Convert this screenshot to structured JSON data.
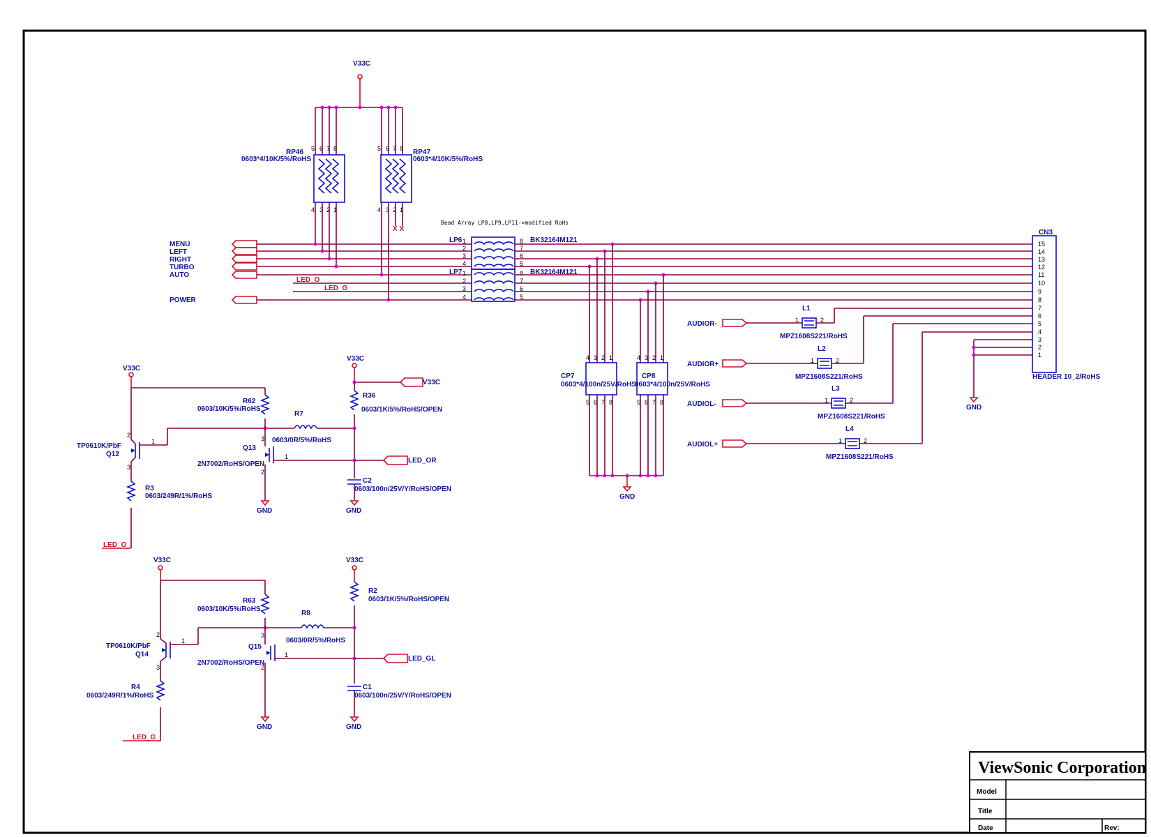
{
  "labels": {
    "v33c": "V33C",
    "gnd": "GND",
    "rp46": {
      "ref": "RP46",
      "value": "0603*4/10K/5%/RoHS"
    },
    "rp47": {
      "ref": "RP47",
      "value": "0603*4/10K/5%/RoHS"
    },
    "bead_note": "Bead Array LP8,LP9,LP11->modified RoHs",
    "lp6": {
      "ref": "LP6",
      "value": "BK32164M121"
    },
    "lp7": {
      "ref": "LP7",
      "value": "BK32164M121"
    },
    "cn3": {
      "ref": "CN3",
      "value": "HEADER 10_2/RoHS"
    },
    "cp7": {
      "ref": "CP7",
      "value": "0603*4/100n/25V/RoHS"
    },
    "cp8": {
      "ref": "CP8",
      "value": "0603*4/100n/25V/RoHS"
    },
    "l1": {
      "ref": "L1",
      "value": "MPZ1608S221/RoHS"
    },
    "l2": {
      "ref": "L2",
      "value": "MPZ1608S221/RoHS"
    },
    "l3": {
      "ref": "L3",
      "value": "MPZ1608S221/RoHS"
    },
    "l4": {
      "ref": "L4",
      "value": "MPZ1608S221/RoHS"
    },
    "q12": {
      "ref": "Q12",
      "value": "TP0610K/PbF"
    },
    "q14": {
      "ref": "Q14",
      "value": "TP0610K/PbF"
    },
    "q13": {
      "ref": "Q13",
      "value": "2N7002/RoHS/OPEN"
    },
    "q15": {
      "ref": "Q15",
      "value": "2N7002/RoHS/OPEN"
    },
    "r62": {
      "ref": "R62",
      "value": "0603/10K/5%/RoHS"
    },
    "r63": {
      "ref": "R63",
      "value": "0603/10K/5%/RoHS"
    },
    "r7": {
      "ref": "R7",
      "value": "0603/0R/5%/RoHS"
    },
    "r8": {
      "ref": "R8",
      "value": "0603/0R/5%/RoHS"
    },
    "r36": {
      "ref": "R36",
      "value": "0603/1K/5%/RoHS/OPEN"
    },
    "r2": {
      "ref": "R2",
      "value": "0603/1K/5%/RoHS/OPEN"
    },
    "r3": {
      "ref": "R3",
      "value": "0603/249R/1%/RoHS"
    },
    "r4": {
      "ref": "R4",
      "value": "0603/249R/1%/RoHS"
    },
    "c2": {
      "ref": "C2",
      "value": "0603/100n/25V/Y/RoHS/OPEN"
    },
    "c1": {
      "ref": "C1",
      "value": "0603/100n/25V/Y/RoHS/OPEN"
    }
  },
  "nets": {
    "menu": "MENU",
    "left": "LEFT",
    "right": "RIGHT",
    "turbo": "TURBO",
    "auto": "AUTO",
    "power": "POWER",
    "led_o": "LED_O",
    "led_g": "LED_G",
    "led_or": "LED_OR",
    "led_gl": "LED_GL",
    "audior_minus": "AUDIOR-",
    "audior_plus": "AUDIOR+",
    "audiol_minus": "AUDIOL-",
    "audiol_plus": "AUDIOL+",
    "no_connect": "X X"
  },
  "title_block": {
    "company": "ViewSonic Corporation",
    "model_label": "Model",
    "title_label": "Title",
    "date_label": "Date",
    "rev_label": "Rev:"
  },
  "colors": {
    "wire": "#8b0040",
    "port": "#d0102a",
    "component": "#1010c8",
    "junction": "#e000e0"
  }
}
